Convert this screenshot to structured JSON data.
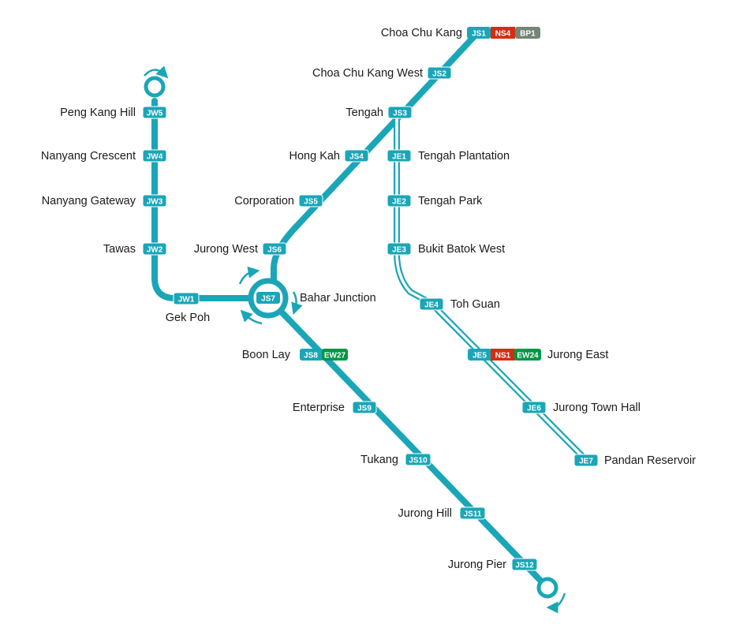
{
  "colors": {
    "line": "#1aa6b7",
    "ns": "#d42e12",
    "ew": "#009645",
    "bp": "#748477",
    "text": "#1a1a1a"
  },
  "jurong_region_line": {
    "stations": [
      {
        "name": "Choa Chu Kang",
        "codes": [
          "JS1",
          "NS4",
          "BP1"
        ]
      },
      {
        "name": "Choa Chu Kang West",
        "codes": [
          "JS2"
        ]
      },
      {
        "name": "Tengah",
        "codes": [
          "JS3"
        ]
      },
      {
        "name": "Hong Kah",
        "codes": [
          "JS4"
        ]
      },
      {
        "name": "Corporation",
        "codes": [
          "JS5"
        ]
      },
      {
        "name": "Jurong West",
        "codes": [
          "JS6"
        ]
      },
      {
        "name": "Bahar Junction",
        "codes": [
          "JS7"
        ]
      },
      {
        "name": "Boon Lay",
        "codes": [
          "JS8",
          "EW27"
        ]
      },
      {
        "name": "Enterprise",
        "codes": [
          "JS9"
        ]
      },
      {
        "name": "Tukang",
        "codes": [
          "JS10"
        ]
      },
      {
        "name": "Jurong Hill",
        "codes": [
          "JS11"
        ]
      },
      {
        "name": "Jurong Pier",
        "codes": [
          "JS12"
        ]
      },
      {
        "name": "Gek Poh",
        "codes": [
          "JW1"
        ]
      },
      {
        "name": "Tawas",
        "codes": [
          "JW2"
        ]
      },
      {
        "name": "Nanyang Gateway",
        "codes": [
          "JW3"
        ]
      },
      {
        "name": "Nanyang Crescent",
        "codes": [
          "JW4"
        ]
      },
      {
        "name": "Peng Kang Hill",
        "codes": [
          "JW5"
        ]
      },
      {
        "name": "Tengah Plantation",
        "codes": [
          "JE1"
        ]
      },
      {
        "name": "Tengah Park",
        "codes": [
          "JE2"
        ]
      },
      {
        "name": "Bukit Batok West",
        "codes": [
          "JE3"
        ]
      },
      {
        "name": "Toh Guan",
        "codes": [
          "JE4"
        ]
      },
      {
        "name": "Jurong East",
        "codes": [
          "JE5",
          "NS1",
          "EW24"
        ]
      },
      {
        "name": "Jurong Town Hall",
        "codes": [
          "JE6"
        ]
      },
      {
        "name": "Pandan Reservoir",
        "codes": [
          "JE7"
        ]
      }
    ]
  }
}
